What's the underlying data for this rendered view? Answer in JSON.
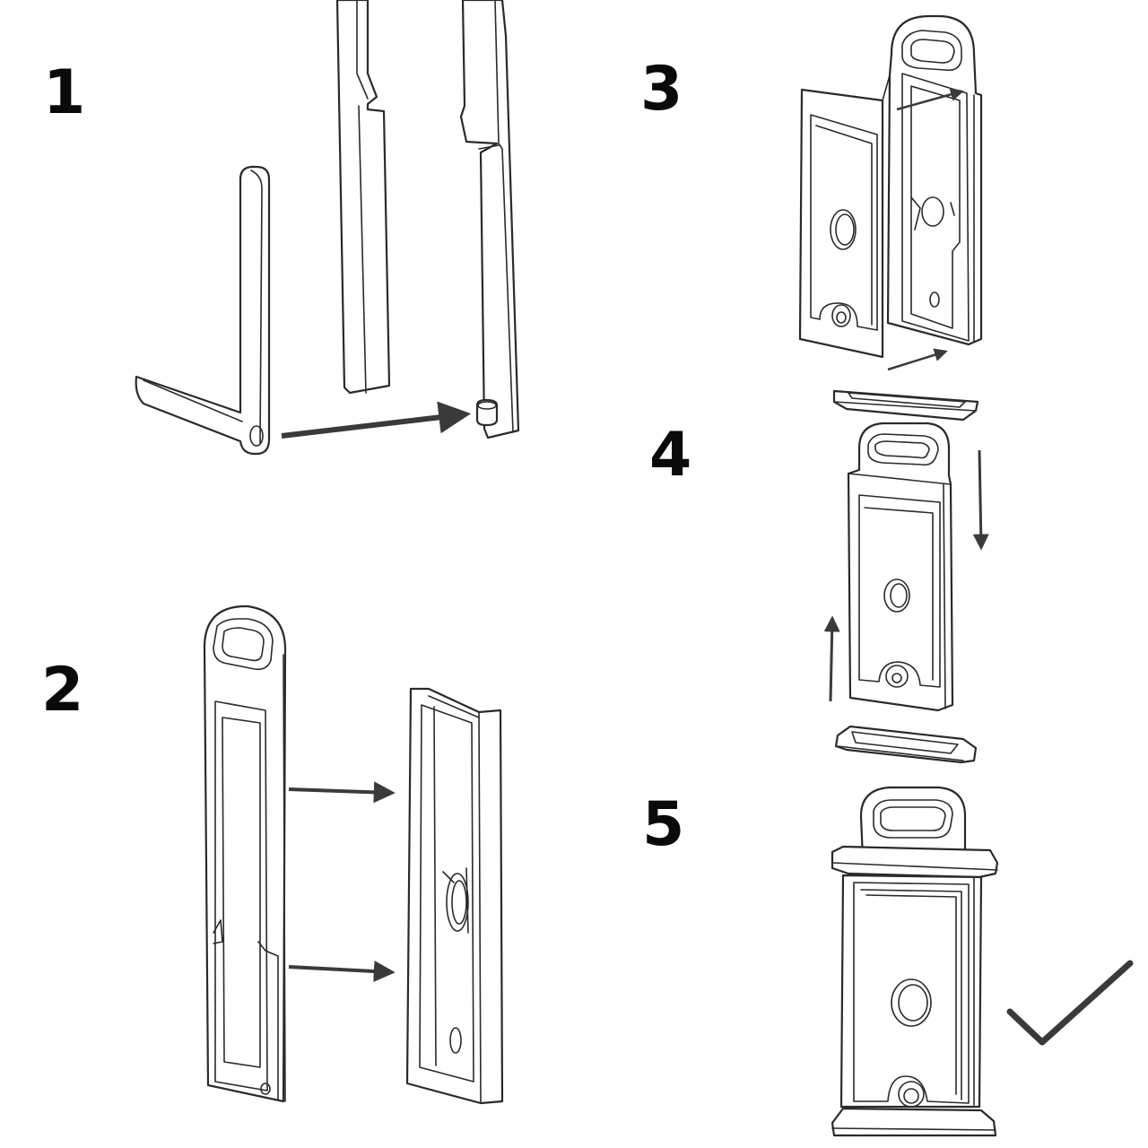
{
  "steps": [
    {
      "label": "1"
    },
    {
      "label": "2"
    },
    {
      "label": "3"
    },
    {
      "label": "4"
    },
    {
      "label": "5"
    }
  ],
  "colors": {
    "line": "#2a2a2a",
    "arrow": "#3a3a3a",
    "text": "#0a0a0a",
    "background": "#ffffff"
  },
  "icons": {
    "completion": "checkmark-icon",
    "direction": "arrow-icon"
  }
}
